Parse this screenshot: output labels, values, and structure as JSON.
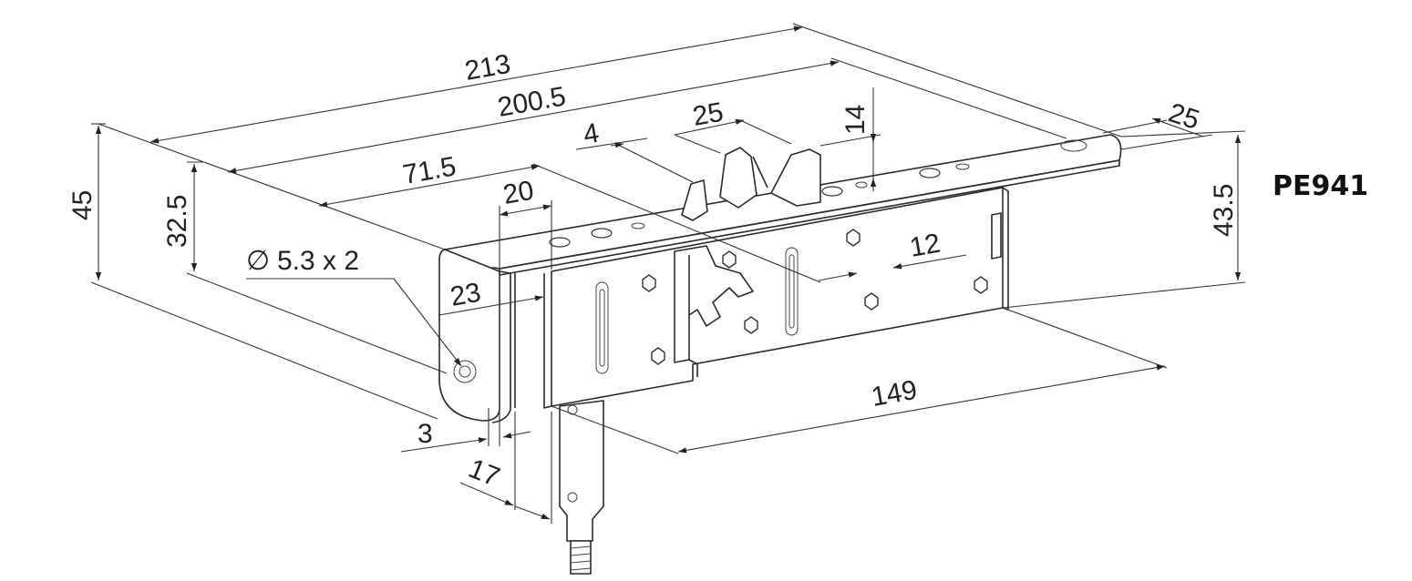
{
  "model": "PE941",
  "colors": {
    "line": "#2a2a2a",
    "text": "#222222",
    "background": "#ffffff"
  },
  "dimensions": {
    "d213": "213",
    "d200_5": "200.5",
    "d71_5": "71.5",
    "d25_top": "25",
    "d4": "4",
    "d14": "14",
    "d25_right": "25",
    "d20": "20",
    "d12": "12",
    "d45": "45",
    "d32_5": "32.5",
    "d43_5": "43.5",
    "d23": "23",
    "d149": "149",
    "d3": "3",
    "d17": "17",
    "hole_spec": "5.3 x 2",
    "hole_symbol": "∅"
  }
}
